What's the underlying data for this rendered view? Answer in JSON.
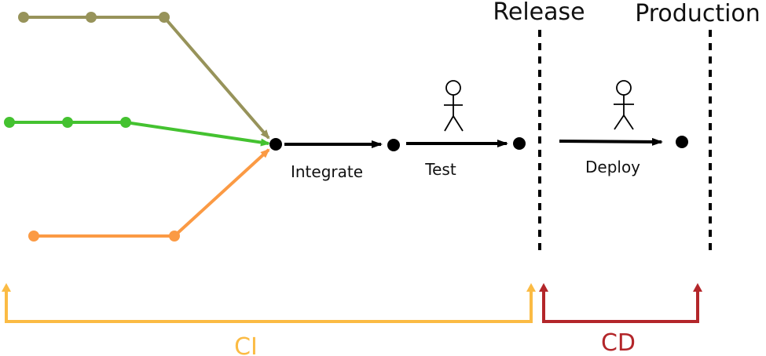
{
  "stages": {
    "release": "Release",
    "production": "Production"
  },
  "steps": {
    "integrate": "Integrate",
    "test": "Test",
    "deploy": "Deploy"
  },
  "brackets": {
    "ci": "CI",
    "cd": "CD"
  },
  "colors": {
    "branch_olive": "#97935a",
    "branch_green": "#44c230",
    "branch_orange": "#fb9a44",
    "main_line": "#000000",
    "ci_bracket": "#fbbb44",
    "cd_bracket": "#b3262a"
  },
  "icons": {
    "actor": "stick-figure-icon"
  }
}
